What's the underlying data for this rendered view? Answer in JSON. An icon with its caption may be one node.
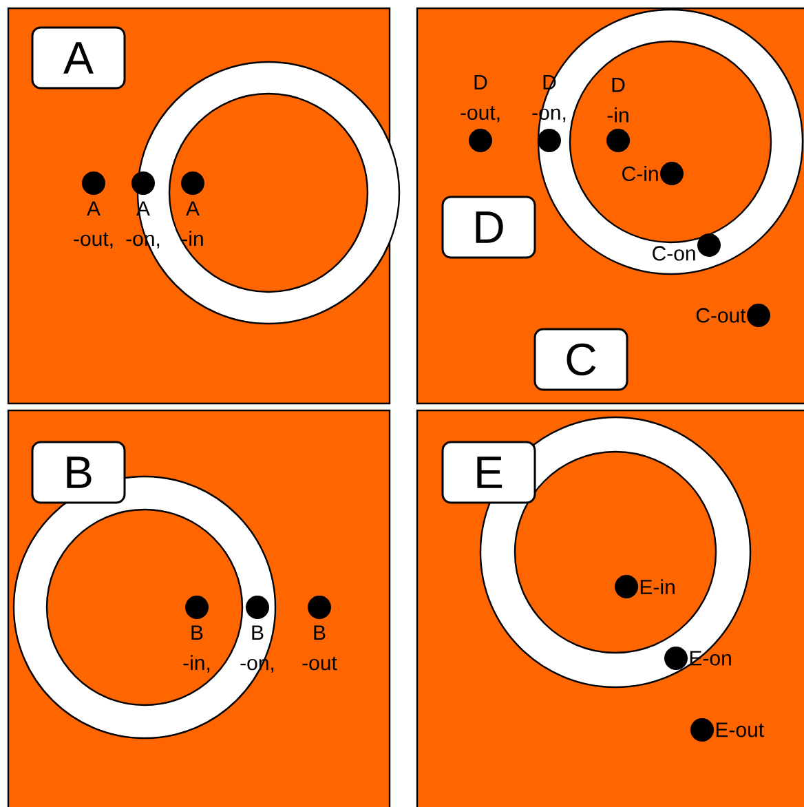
{
  "diagram": {
    "nodes": [
      {
        "text": [],
        "shape": "box"
      },
      {
        "text": [
          "A"
        ],
        "in": 0
      },
      {
        "text": [],
        "shape": "ring",
        "in": 0
      },
      {
        "text": [],
        "shape": "circle",
        "in": 0,
        "beside": [
          "A -out,"
        ]
      },
      {
        "text": [],
        "shape": "circle",
        "in": 0,
        "beside": [
          "A -on,"
        ]
      },
      {
        "text": [],
        "shape": "circle",
        "in": 2,
        "beside": [
          "A -in"
        ]
      },
      {
        "text": [],
        "shape": "box"
      },
      {
        "text": [
          "D"
        ],
        "in": 6
      },
      {
        "text": [
          "C"
        ],
        "in": 6
      },
      {
        "text": [],
        "shape": "ring",
        "in": 6
      },
      {
        "text": [],
        "shape": "circle",
        "in": 6,
        "beside": [
          "D -out,"
        ]
      },
      {
        "text": [],
        "shape": "circle",
        "in": 9,
        "beside": [
          "D -on,"
        ]
      },
      {
        "text": [],
        "shape": "circle",
        "in": 9,
        "beside": [
          "D -in"
        ]
      },
      {
        "text": [],
        "shape": "circle",
        "in": 9,
        "beside": [
          "C-in"
        ]
      },
      {
        "text": [],
        "shape": "circle",
        "in": 9,
        "beside": [
          "C-on"
        ]
      },
      {
        "text": [],
        "shape": "circle",
        "in": 6,
        "beside": [
          "C-out"
        ]
      },
      {
        "text": [],
        "shape": "box"
      },
      {
        "text": [
          "B"
        ],
        "in": 16
      },
      {
        "text": [],
        "shape": "ring",
        "in": 16
      },
      {
        "text": [],
        "shape": "circle",
        "in": 18,
        "beside": [
          "B -in,"
        ]
      },
      {
        "text": [],
        "shape": "circle",
        "in": 18,
        "beside": [
          "B -on,"
        ]
      },
      {
        "text": [],
        "shape": "circle",
        "in": 16,
        "beside": [
          "B -out"
        ]
      },
      {
        "text": [],
        "shape": "box"
      },
      {
        "text": [
          "E"
        ],
        "in": 22
      },
      {
        "text": [],
        "shape": "ring",
        "in": 22
      },
      {
        "text": [],
        "shape": "circle",
        "in": 24,
        "beside": [
          "E-in"
        ]
      },
      {
        "text": [],
        "shape": "circle",
        "in": 24,
        "beside": [
          "E-on"
        ]
      },
      {
        "text": [],
        "shape": "circle",
        "in": 22,
        "beside": [
          "E-out"
        ]
      }
    ]
  }
}
